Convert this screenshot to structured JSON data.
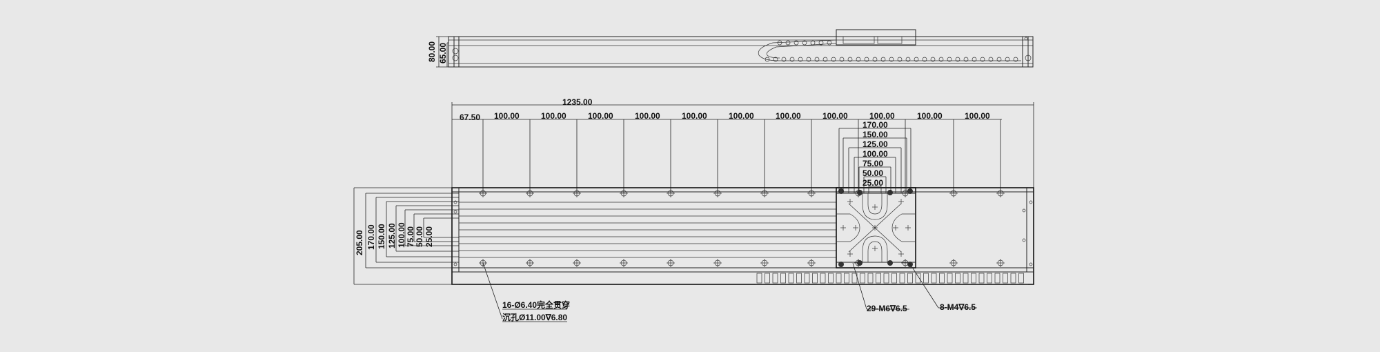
{
  "top_view": {
    "height_total": "80.00",
    "height_body": "65.00"
  },
  "plan_view": {
    "overall_length": "1235.00",
    "first_pitch": "67.50",
    "pitches": [
      "100.00",
      "100.00",
      "100.00",
      "100.00",
      "100.00",
      "100.00",
      "100.00",
      "100.00",
      "100.00",
      "100.00",
      "100.00"
    ],
    "carriage_widths": [
      "170.00",
      "150.00",
      "125.00",
      "100.00",
      "75.00",
      "50.00",
      "25.00"
    ],
    "side_dims": [
      "205.00",
      "170.00",
      "150.00",
      "125.00",
      "100.00",
      "75.00",
      "50.00",
      "25.00"
    ]
  },
  "notes": {
    "holes_line1": "16-Ø6.40完全贯穿",
    "holes_line2": "沉孔Ø11.00∇6.80",
    "m6_note": "29-M6∇6.5",
    "m4_note": "8-M4∇6.5"
  }
}
